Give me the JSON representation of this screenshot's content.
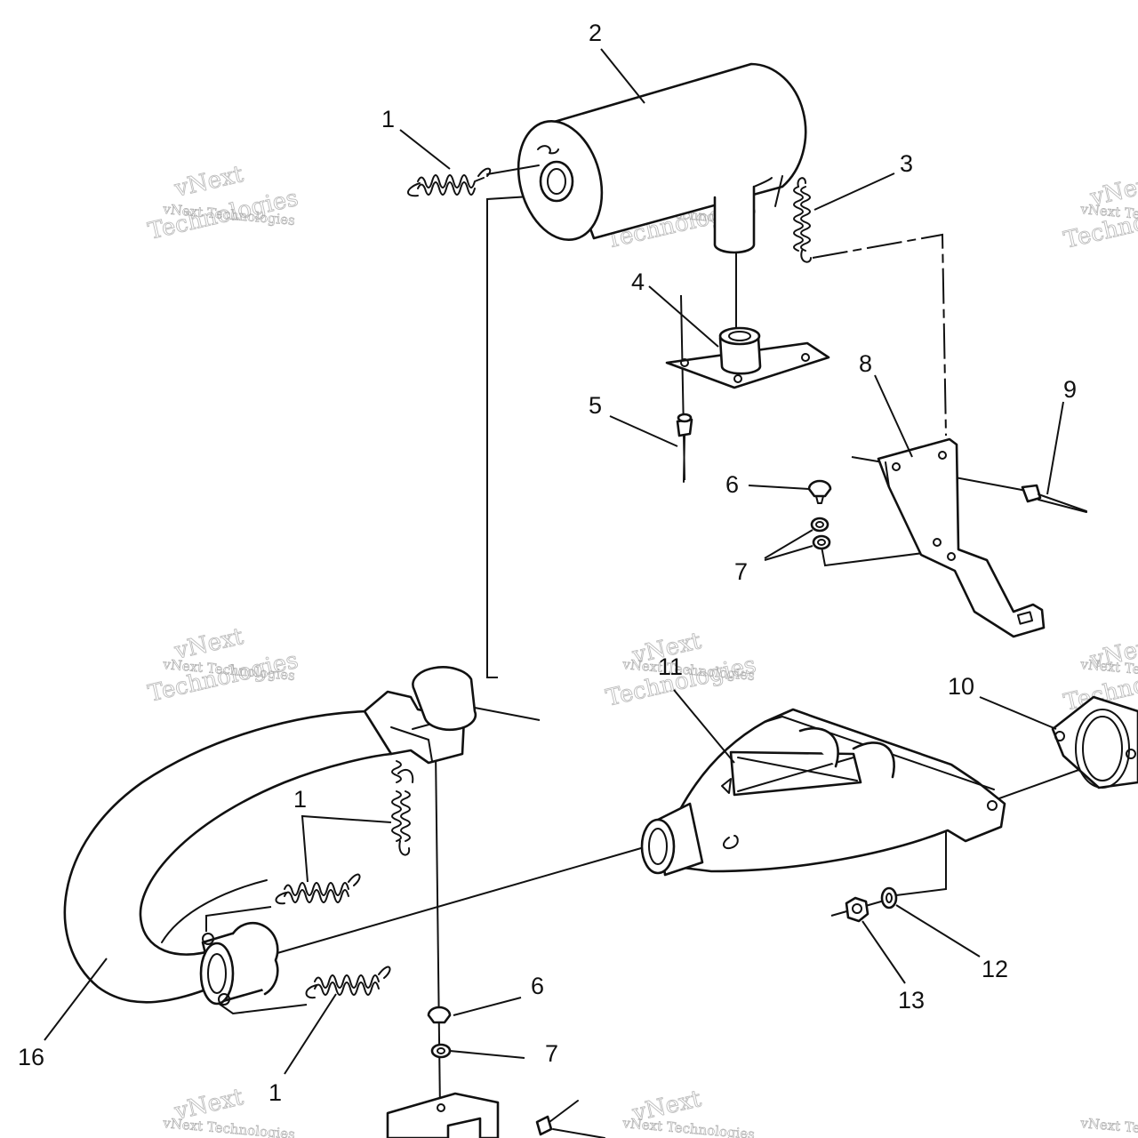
{
  "diagram": {
    "callouts": [
      "1",
      "2",
      "3",
      "4",
      "5",
      "6",
      "7",
      "8",
      "9",
      "10",
      "11",
      "12",
      "13",
      "16",
      "1",
      "1",
      "6",
      "7"
    ],
    "watermark": {
      "company_line": "vNext Technologies",
      "brand": "vNext",
      "word": "Technologies"
    }
  },
  "colors": {
    "line": "#111111",
    "watermark": "#b0b0b0",
    "background": "#ffffff"
  }
}
